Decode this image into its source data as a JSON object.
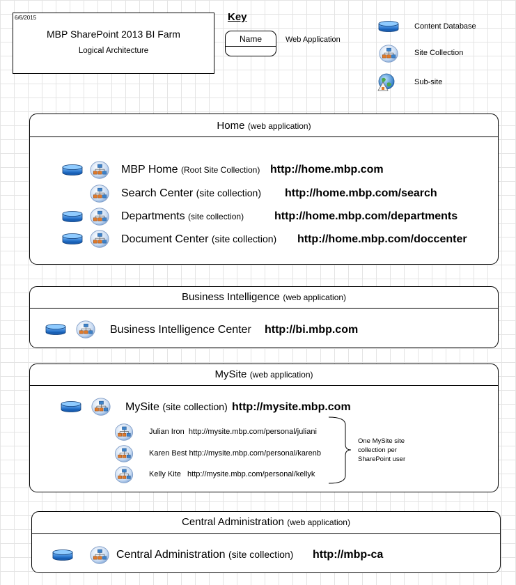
{
  "header": {
    "date": "6/6/2015",
    "title": "MBP SharePoint 2013 BI Farm",
    "subtitle": "Logical Architecture"
  },
  "key": {
    "heading": "Key",
    "name_box": "Name",
    "name_desc": "Web Application",
    "content_db": "Content Database",
    "site_collection": "Site Collection",
    "sub_site": "Sub-site"
  },
  "home": {
    "title": "Home",
    "type": "(web application)",
    "rows": [
      {
        "name": "MBP Home",
        "kind": "(Root Site Collection)",
        "url": "http://home.mbp.com"
      },
      {
        "name": "Search Center",
        "kind": "(site collection)",
        "url": "http://home.mbp.com/search"
      },
      {
        "name": "Departments",
        "kind": "(site collection)",
        "url": "http://home.mbp.com/departments"
      },
      {
        "name": "Document Center",
        "kind": "(site collection)",
        "url": "http://home.mbp.com/doccenter"
      }
    ]
  },
  "bi": {
    "title": "Business Intelligence",
    "type": "(web application)",
    "name": "Business Intelligence Center",
    "url": "http://bi.mbp.com"
  },
  "mysite": {
    "title": "MySite",
    "type": "(web application)",
    "name": "MySite",
    "kind": "(site collection)",
    "url": "http://mysite.mbp.com",
    "users": [
      {
        "name": "Julian Iron",
        "url": "http://mysite.mbp.com/personal/juliani"
      },
      {
        "name": "Karen Best",
        "url": "http://mysite.mbp.com/personal/karenb"
      },
      {
        "name": "Kelly Kite",
        "url": "http://mysite.mbp.com/personal/kellyk"
      }
    ],
    "note": [
      "One MySite site",
      "collection per",
      "SharePoint user"
    ]
  },
  "ca": {
    "title": "Central Administration",
    "type": "(web application)",
    "name": "Central Administration",
    "kind": "(site collection)",
    "url": "http://mbp-ca"
  },
  "colors": {
    "db_blue": "#2a7fd4",
    "sc_blue": "#3d82c8"
  }
}
